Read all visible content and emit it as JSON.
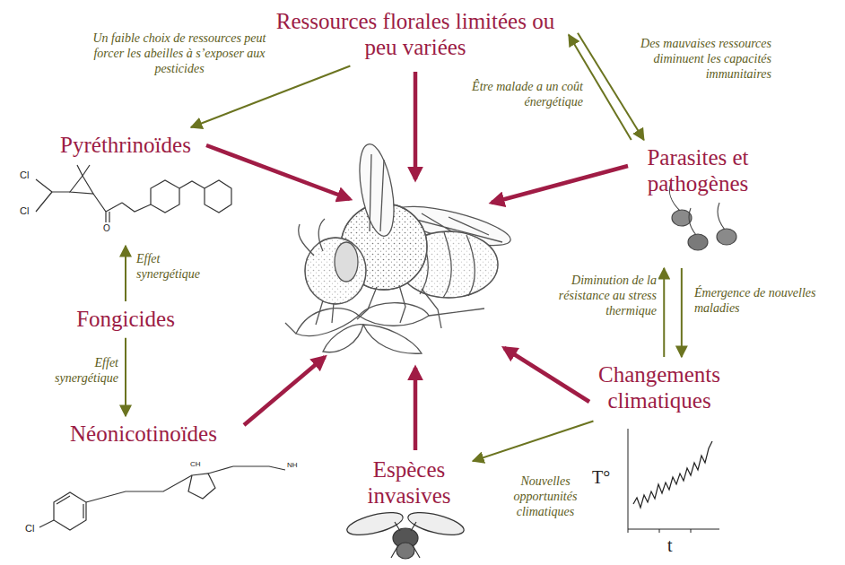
{
  "diagram": {
    "nodes": [
      {
        "text": [
          "Ressources florales limitées ou peu variées"
        ]
      },
      {
        "text": [
          "Pyréthrinoïdes"
        ]
      },
      {
        "text": [
          "Parasites et pathogènes"
        ]
      },
      {
        "text": [
          "Fongicides"
        ]
      },
      {
        "text": [
          "Changements climatiques"
        ]
      },
      {
        "text": [
          "Néonicotinoïdes"
        ]
      },
      {
        "text": [
          "Espèces invasives"
        ]
      }
    ],
    "edges": [
      {
        "from": 0,
        "to": 1,
        "arrow": "to",
        "label": "Un faible choix de ressources peut forcer les abeilles à s’exposer aux pesticides"
      },
      {
        "from": 2,
        "to": 0,
        "arrow": "to",
        "label": "Être malade a un coût énergétique"
      },
      {
        "from": 0,
        "to": 2,
        "arrow": "to",
        "label": "Des mauvaises ressources diminuent les capacités immunitaires"
      },
      {
        "from": 3,
        "to": 1,
        "arrow": "to",
        "label": "Effet synergétique"
      },
      {
        "from": 3,
        "to": 5,
        "arrow": "to",
        "label": "Effet synergétique"
      },
      {
        "from": 4,
        "to": 2,
        "arrow": "to",
        "label": "Diminution de la résistance au stress thermique"
      },
      {
        "from": 2,
        "to": 4,
        "arrow": "to",
        "label": "Émergence de nouvelles maladies"
      },
      {
        "from": 4,
        "to": 6,
        "arrow": "to",
        "label": "Nouvelles opportunités climatiques"
      }
    ],
    "labels": [
      "Cl",
      "Cl",
      "O",
      "Cl",
      "CH",
      "NH",
      "T°",
      "t"
    ]
  }
}
